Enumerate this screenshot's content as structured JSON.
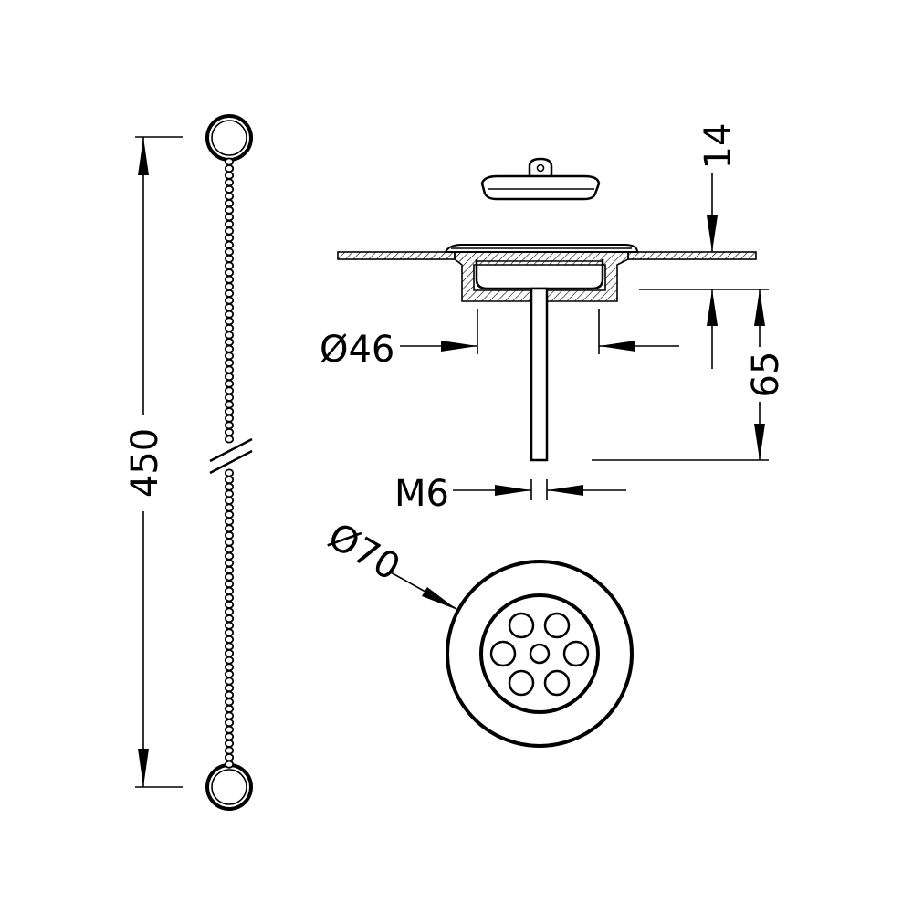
{
  "dimensions": {
    "chain_length": "450",
    "lip_height": "14",
    "body_diameter": "Ø46",
    "body_depth": "65",
    "thread": "M6",
    "flange_diameter": "Ø70"
  },
  "colors": {
    "line": "#000000",
    "background": "#ffffff"
  }
}
